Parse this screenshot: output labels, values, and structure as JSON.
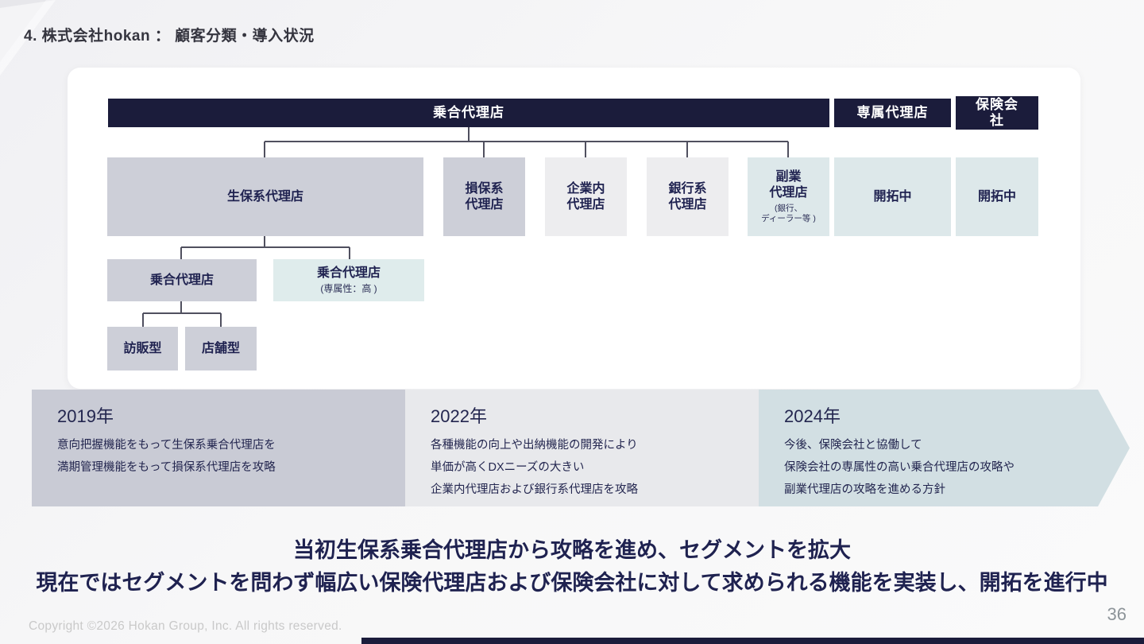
{
  "page": {
    "title": "4. 株式会社hokan ： 顧客分類・導入状況",
    "page_number": "36",
    "copyright": "Copyright ©2026 Hokan Group, Inc. All rights reserved."
  },
  "colors": {
    "navy": "#1b1c3b",
    "text_navy": "#1f2250",
    "gray_box": "#cdcfd8",
    "light_gray_box": "#ededef",
    "blue_box": "#dde8ea",
    "band_2019": "#c9cbd5",
    "band_2022": "#e8e9ec",
    "band_2024": "#d2dfe3"
  },
  "org_chart": {
    "headers": {
      "multi_agency": "乗合代理店",
      "exclusive_agency": "専属代理店",
      "insurance_company": "保険会\n社"
    },
    "level2": {
      "life": "生保系代理店",
      "nonlife": "損保系\n代理店",
      "inhouse": "企業内\n代理店",
      "bank": "銀行系\n代理店",
      "side_business": "副業\n代理店",
      "side_business_note": "(銀行、\nディーラー等 )",
      "cultivating_1": "開拓中",
      "cultivating_2": "開拓中"
    },
    "level3": {
      "multi": "乗合代理店",
      "multi_exclusive": "乗合代理店",
      "multi_exclusive_note": "(専属性：高 )"
    },
    "level4": {
      "visit": "訪販型",
      "store": "店舗型"
    }
  },
  "timeline": [
    {
      "year": "2019年",
      "lines": "意向把握機能をもって生保系乗合代理店を\n満期管理機能をもって損保系代理店を攻略"
    },
    {
      "year": "2022年",
      "lines": "各種機能の向上や出納機能の開発により\n単価が高くDXニーズの大きい\n企業内代理店および銀行系代理店を攻略"
    },
    {
      "year": "2024年",
      "lines": "今後、保険会社と協働して\n保険会社の専属性の高い乗合代理店の攻略や\n副業代理店の攻略を進める方針"
    }
  ],
  "summary": {
    "line1": "当初生保系乗合代理店から攻略を進め、セグメントを拡大",
    "line2": "現在ではセグメントを問わず幅広い保険代理店および保険会社に対して求められる機能を実装し、開拓を進行中"
  }
}
